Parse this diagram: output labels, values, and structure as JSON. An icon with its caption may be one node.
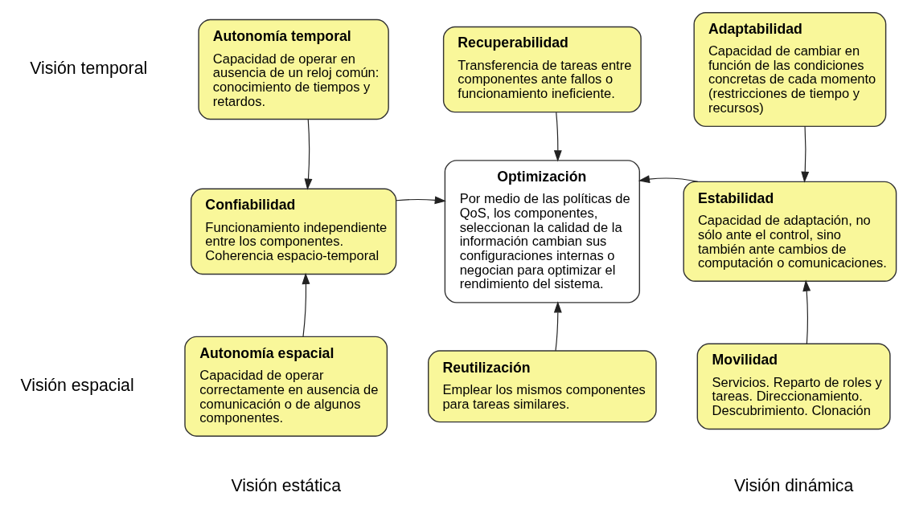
{
  "diagram": {
    "nodes": [
      {
        "text": [
          "Autonomía temporal",
          "Capacidad de operar en ausencia de un reloj común: conocimiento de tiempos y retardos."
        ]
      },
      {
        "text": [
          "Recuperabilidad",
          "Transferencia de tareas entre componentes ante fallos o funcionamiento ineficiente."
        ]
      },
      {
        "text": [
          "Adaptabilidad",
          "Capacidad de cambiar en función de las condiciones concretas de cada momento (restricciones de tiempo y recursos)"
        ]
      },
      {
        "text": [
          "Confiabilidad",
          "Funcionamiento independiente entre los componentes. Coherencia espacio-temporal"
        ]
      },
      {
        "text": [
          "Optimización",
          "Por medio de las políticas de QoS, los componentes, seleccionan la calidad de la información cambian sus configuraciones internas o negocian para optimizar el rendimiento del sistema."
        ]
      },
      {
        "text": [
          "Estabilidad",
          "Capacidad de adaptación, no sólo ante el control, sino también ante cambios de computación o comunicaciones."
        ]
      },
      {
        "text": [
          "Autonomía espacial",
          "Capacidad de operar correctamente en ausencia de comunicación o de algunos componentes."
        ]
      },
      {
        "text": [
          "Reutilización",
          "Emplear los mismos componentes para tareas similares."
        ]
      },
      {
        "text": [
          "Movilidad",
          "Servicios. Reparto de roles y tareas. Direccionamiento. Descubrimiento. Clonación"
        ]
      }
    ],
    "edges": [
      {
        "from": 0,
        "to": 3,
        "arrow": "to"
      },
      {
        "from": 6,
        "to": 3,
        "arrow": "to"
      },
      {
        "from": 3,
        "to": 4,
        "arrow": "to"
      },
      {
        "from": 1,
        "to": 4,
        "arrow": "to"
      },
      {
        "from": 7,
        "to": 4,
        "arrow": "to"
      },
      {
        "from": 2,
        "to": 5,
        "arrow": "to"
      },
      {
        "from": 8,
        "to": 5,
        "arrow": "to"
      },
      {
        "from": 5,
        "to": 4,
        "arrow": "to"
      }
    ],
    "labels": [
      "Visión temporal",
      "Visión espacial",
      "Visión estática",
      "Visión dinámica"
    ]
  }
}
